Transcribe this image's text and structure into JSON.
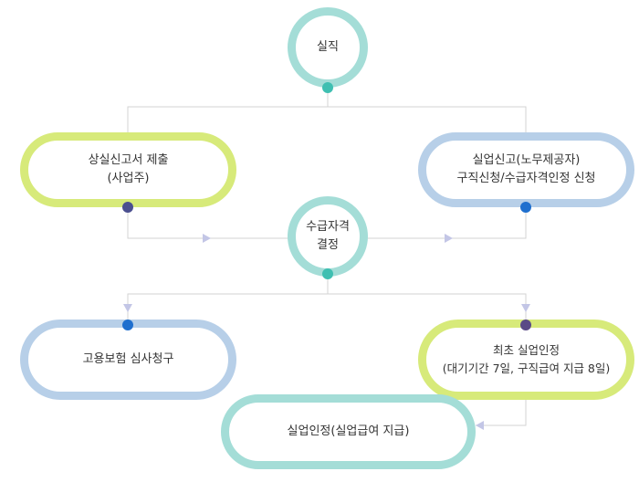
{
  "colors": {
    "teal": "#a4ddd7",
    "lime": "#d7ea7a",
    "blue": "#b7cfe8",
    "connector": "#d3d3d3",
    "arrow": "#c3c6e6",
    "dot_teal": "#3fbfb1",
    "dot_navy": "#4b4f8f",
    "dot_blue": "#1f6fce",
    "dot_purple": "#5a4a86"
  },
  "nodes": {
    "job_loss": {
      "lines": [
        "실직"
      ]
    },
    "loss_report": {
      "lines": [
        "상실신고서 제출",
        "(사업주)"
      ]
    },
    "unemployment_report": {
      "lines": [
        "실업신고(노무제공자)",
        "구직신청/수급자격인정 신청"
      ]
    },
    "eligibility": {
      "lines": [
        "수급자격",
        "결정"
      ]
    },
    "review_request": {
      "lines": [
        "고용보험 심사청구"
      ]
    },
    "first_recognition": {
      "lines": [
        "최초 실업인정",
        "(대기기간 7일, 구직급여 지급 8일)"
      ]
    },
    "recognition": {
      "lines": [
        "실업인정(실업급여 지급)"
      ]
    }
  }
}
